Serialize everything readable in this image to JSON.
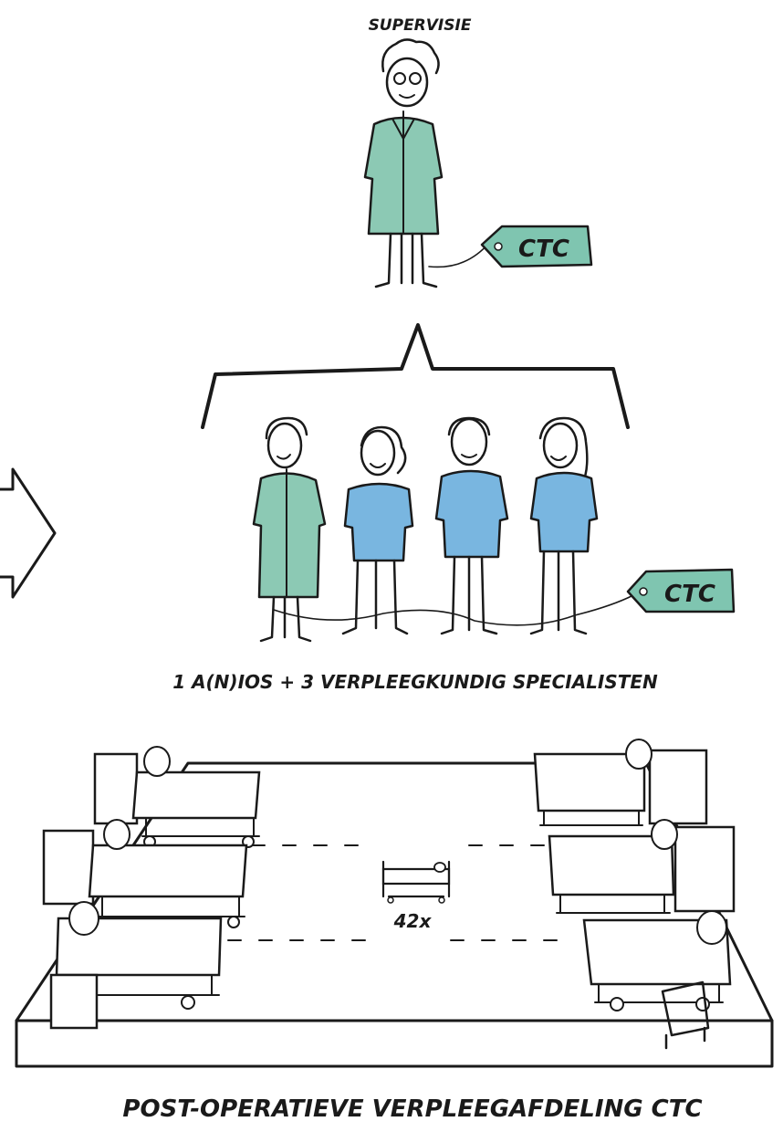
{
  "labels": {
    "top": "SUPERVISIE",
    "middle": "1 A(N)IOS + 3 VERPLEEGKUNDIG SPECIALISTEN",
    "bottom": "POST-OPERATIEVE VERPLEEGAFDELING CTC",
    "bed_count": "42x"
  },
  "tags": {
    "top": "CTC",
    "middle": "CTC"
  },
  "colors": {
    "ink": "#1a1a1a",
    "coat_green": "#8cc9b4",
    "scrub_blue": "#79b6e0",
    "tag_green": "#7fc5b0",
    "paper": "#ffffff"
  },
  "icons": [
    "arrow-right-icon",
    "hospital-bed-icon",
    "name-tag-icon"
  ]
}
